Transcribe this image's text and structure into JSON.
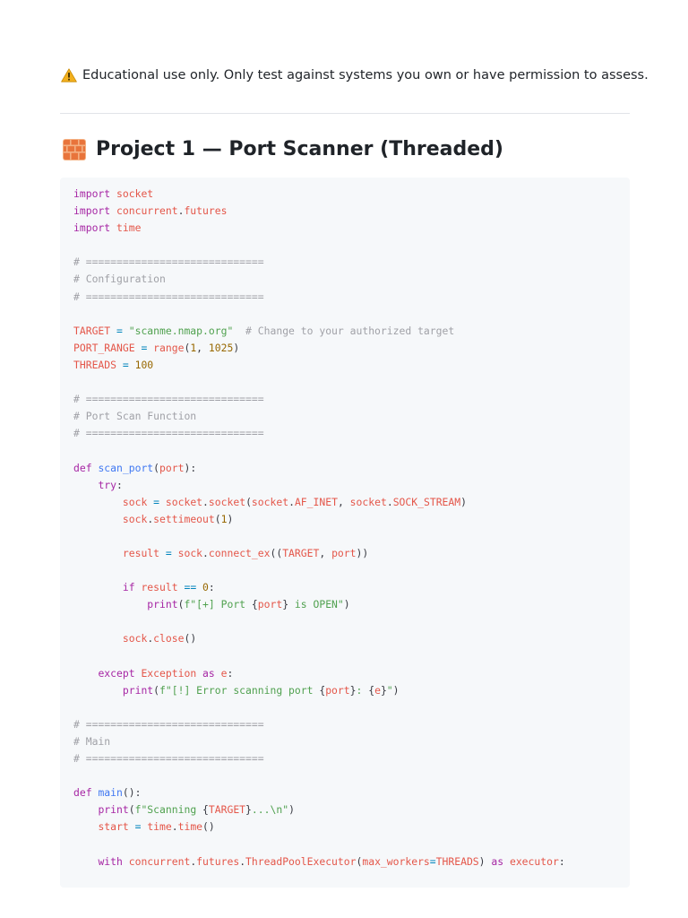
{
  "notice": {
    "icon": "warning-icon",
    "text": "Educational use only. Only test against systems you own or have permission to assess."
  },
  "heading": {
    "icon": "brick-wall-icon",
    "text": "Project 1 — Port Scanner (Threaded)"
  },
  "colors": {
    "keyword": "#a626a4",
    "identifier": "#e45649",
    "string": "#50a14f",
    "number": "#986801",
    "comment": "#a0a1a7",
    "function": "#4078f2",
    "operator": "#0184bc",
    "code_background": "#f6f8fa"
  },
  "code": {
    "language": "python",
    "lines": [
      [
        [
          "kw",
          "import"
        ],
        [
          "pl",
          " "
        ],
        [
          "id",
          "socket"
        ]
      ],
      [
        [
          "kw",
          "import"
        ],
        [
          "pl",
          " "
        ],
        [
          "id",
          "concurrent"
        ],
        [
          "pl",
          "."
        ],
        [
          "id",
          "futures"
        ]
      ],
      [
        [
          "kw",
          "import"
        ],
        [
          "pl",
          " "
        ],
        [
          "id",
          "time"
        ]
      ],
      [],
      [
        [
          "cm",
          "# ============================="
        ]
      ],
      [
        [
          "cm",
          "# Configuration"
        ]
      ],
      [
        [
          "cm",
          "# ============================="
        ]
      ],
      [],
      [
        [
          "id",
          "TARGET"
        ],
        [
          "pl",
          " "
        ],
        [
          "op",
          "="
        ],
        [
          "pl",
          " "
        ],
        [
          "str",
          "\"scanme.nmap.org\""
        ],
        [
          "pl",
          "  "
        ],
        [
          "cm",
          "# Change to your authorized target"
        ]
      ],
      [
        [
          "id",
          "PORT_RANGE"
        ],
        [
          "pl",
          " "
        ],
        [
          "op",
          "="
        ],
        [
          "pl",
          " "
        ],
        [
          "id",
          "range"
        ],
        [
          "pl",
          "("
        ],
        [
          "num",
          "1"
        ],
        [
          "pl",
          ", "
        ],
        [
          "num",
          "1025"
        ],
        [
          "pl",
          ")"
        ]
      ],
      [
        [
          "id",
          "THREADS"
        ],
        [
          "pl",
          " "
        ],
        [
          "op",
          "="
        ],
        [
          "pl",
          " "
        ],
        [
          "num",
          "100"
        ]
      ],
      [],
      [
        [
          "cm",
          "# ============================="
        ]
      ],
      [
        [
          "cm",
          "# Port Scan Function"
        ]
      ],
      [
        [
          "cm",
          "# ============================="
        ]
      ],
      [],
      [
        [
          "kw",
          "def"
        ],
        [
          "pl",
          " "
        ],
        [
          "fn",
          "scan_port"
        ],
        [
          "pl",
          "("
        ],
        [
          "id",
          "port"
        ],
        [
          "pl",
          "):"
        ]
      ],
      [
        [
          "pl",
          "    "
        ],
        [
          "kw",
          "try"
        ],
        [
          "pl",
          ":"
        ]
      ],
      [
        [
          "pl",
          "        "
        ],
        [
          "id",
          "sock"
        ],
        [
          "pl",
          " "
        ],
        [
          "op",
          "="
        ],
        [
          "pl",
          " "
        ],
        [
          "id",
          "socket"
        ],
        [
          "pl",
          "."
        ],
        [
          "id",
          "socket"
        ],
        [
          "pl",
          "("
        ],
        [
          "id",
          "socket"
        ],
        [
          "pl",
          "."
        ],
        [
          "id",
          "AF_INET"
        ],
        [
          "pl",
          ", "
        ],
        [
          "id",
          "socket"
        ],
        [
          "pl",
          "."
        ],
        [
          "id",
          "SOCK_STREAM"
        ],
        [
          "pl",
          ")"
        ]
      ],
      [
        [
          "pl",
          "        "
        ],
        [
          "id",
          "sock"
        ],
        [
          "pl",
          "."
        ],
        [
          "id",
          "settimeout"
        ],
        [
          "pl",
          "("
        ],
        [
          "num",
          "1"
        ],
        [
          "pl",
          ")"
        ]
      ],
      [],
      [
        [
          "pl",
          "        "
        ],
        [
          "id",
          "result"
        ],
        [
          "pl",
          " "
        ],
        [
          "op",
          "="
        ],
        [
          "pl",
          " "
        ],
        [
          "id",
          "sock"
        ],
        [
          "pl",
          "."
        ],
        [
          "id",
          "connect_ex"
        ],
        [
          "pl",
          "(("
        ],
        [
          "id",
          "TARGET"
        ],
        [
          "pl",
          ", "
        ],
        [
          "id",
          "port"
        ],
        [
          "pl",
          "))"
        ]
      ],
      [],
      [
        [
          "pl",
          "        "
        ],
        [
          "kw",
          "if"
        ],
        [
          "pl",
          " "
        ],
        [
          "id",
          "result"
        ],
        [
          "pl",
          " "
        ],
        [
          "op",
          "=="
        ],
        [
          "pl",
          " "
        ],
        [
          "num",
          "0"
        ],
        [
          "pl",
          ":"
        ]
      ],
      [
        [
          "pl",
          "            "
        ],
        [
          "kw",
          "print"
        ],
        [
          "pl",
          "("
        ],
        [
          "str",
          "f\"[+] Port "
        ],
        [
          "pl",
          "{"
        ],
        [
          "id",
          "port"
        ],
        [
          "pl",
          "}"
        ],
        [
          "str",
          " is OPEN\""
        ],
        [
          "pl",
          ")"
        ]
      ],
      [],
      [
        [
          "pl",
          "        "
        ],
        [
          "id",
          "sock"
        ],
        [
          "pl",
          "."
        ],
        [
          "id",
          "close"
        ],
        [
          "pl",
          "()"
        ]
      ],
      [],
      [
        [
          "pl",
          "    "
        ],
        [
          "kw",
          "except"
        ],
        [
          "pl",
          " "
        ],
        [
          "id",
          "Exception"
        ],
        [
          "pl",
          " "
        ],
        [
          "kw",
          "as"
        ],
        [
          "pl",
          " "
        ],
        [
          "id",
          "e"
        ],
        [
          "pl",
          ":"
        ]
      ],
      [
        [
          "pl",
          "        "
        ],
        [
          "kw",
          "print"
        ],
        [
          "pl",
          "("
        ],
        [
          "str",
          "f\"[!] Error scanning port "
        ],
        [
          "pl",
          "{"
        ],
        [
          "id",
          "port"
        ],
        [
          "pl",
          "}"
        ],
        [
          "str",
          ": "
        ],
        [
          "pl",
          "{"
        ],
        [
          "id",
          "e"
        ],
        [
          "pl",
          "}"
        ],
        [
          "str",
          "\""
        ],
        [
          "pl",
          ")"
        ]
      ],
      [],
      [
        [
          "cm",
          "# ============================="
        ]
      ],
      [
        [
          "cm",
          "# Main"
        ]
      ],
      [
        [
          "cm",
          "# ============================="
        ]
      ],
      [],
      [
        [
          "kw",
          "def"
        ],
        [
          "pl",
          " "
        ],
        [
          "fn",
          "main"
        ],
        [
          "pl",
          "():"
        ]
      ],
      [
        [
          "pl",
          "    "
        ],
        [
          "kw",
          "print"
        ],
        [
          "pl",
          "("
        ],
        [
          "str",
          "f\"Scanning "
        ],
        [
          "pl",
          "{"
        ],
        [
          "id",
          "TARGET"
        ],
        [
          "pl",
          "}"
        ],
        [
          "str",
          "...\\n\""
        ],
        [
          "pl",
          ")"
        ]
      ],
      [
        [
          "pl",
          "    "
        ],
        [
          "id",
          "start"
        ],
        [
          "pl",
          " "
        ],
        [
          "op",
          "="
        ],
        [
          "pl",
          " "
        ],
        [
          "id",
          "time"
        ],
        [
          "pl",
          "."
        ],
        [
          "id",
          "time"
        ],
        [
          "pl",
          "()"
        ]
      ],
      [],
      [
        [
          "pl",
          "    "
        ],
        [
          "kw",
          "with"
        ],
        [
          "pl",
          " "
        ],
        [
          "id",
          "concurrent"
        ],
        [
          "pl",
          "."
        ],
        [
          "id",
          "futures"
        ],
        [
          "pl",
          "."
        ],
        [
          "id",
          "ThreadPoolExecutor"
        ],
        [
          "pl",
          "("
        ],
        [
          "id",
          "max_workers"
        ],
        [
          "op",
          "="
        ],
        [
          "id",
          "THREADS"
        ],
        [
          "pl",
          ") "
        ],
        [
          "kw",
          "as"
        ],
        [
          "pl",
          " "
        ],
        [
          "id",
          "executor"
        ],
        [
          "pl",
          ":"
        ]
      ]
    ]
  }
}
